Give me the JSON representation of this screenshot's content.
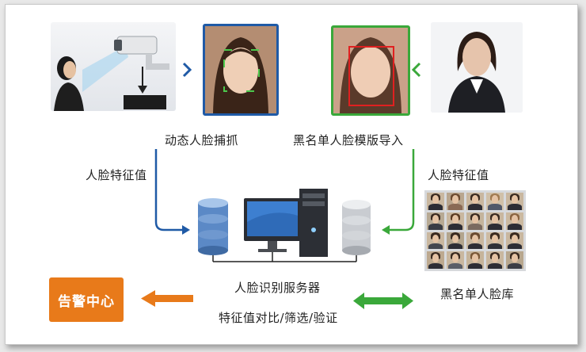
{
  "labels": {
    "capture": "动态人脸捕抓",
    "template_import": "黑名单人脸模版导入",
    "feature_left": "人脸特征值",
    "feature_right": "人脸特征值",
    "server": "人脸识别服务器",
    "compare": "特征值对比/筛选/验证",
    "blacklist_db": "黑名单人脸库",
    "alarm_center": "告警中心"
  },
  "colors": {
    "blue_flow": "#1f5aa6",
    "green_flow": "#3aa83a",
    "orange_flow": "#e87a1a",
    "detect_box_green": "#4cc94c",
    "detect_box_red": "#e02020"
  }
}
